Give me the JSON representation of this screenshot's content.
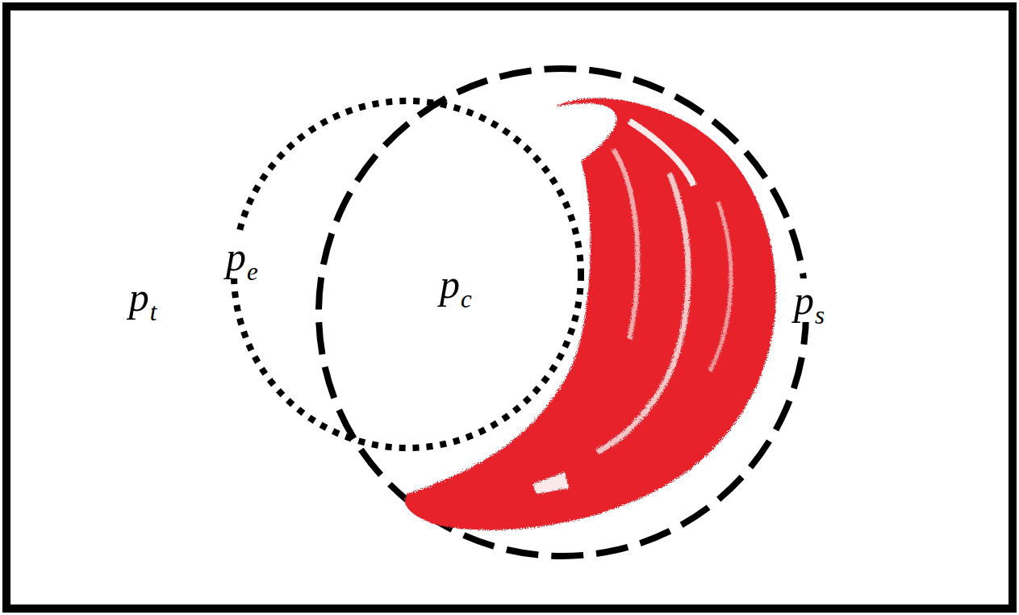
{
  "diagram": {
    "labels": [
      "pt",
      "pe",
      "pc",
      "ps"
    ]
  }
}
